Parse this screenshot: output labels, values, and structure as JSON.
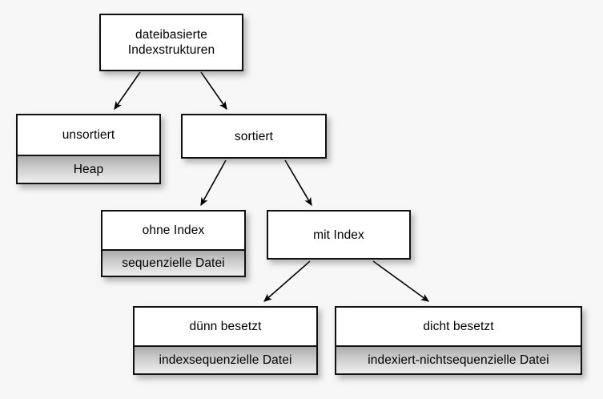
{
  "diagram": {
    "title": "dateibasierte Indexstrukturen",
    "background_color": "#f7f7f7",
    "border_color": "#111111",
    "node_fill_color": "#ffffff",
    "implementation_fill_color": "#c9c9c9",
    "edge_color": "#000000",
    "nodes": {
      "root": {
        "label": "dateibasierte\nIndexstrukturen",
        "implementation": ""
      },
      "unsorted": {
        "label": "unsortiert",
        "implementation": "Heap"
      },
      "sorted": {
        "label": "sortiert",
        "implementation": ""
      },
      "no_index": {
        "label": "ohne Index",
        "implementation": "sequenzielle Datei"
      },
      "with_index": {
        "label": "mit Index",
        "implementation": ""
      },
      "sparse": {
        "label": "dünn besetzt",
        "implementation": "indexsequenzielle Datei"
      },
      "dense": {
        "label": "dicht besetzt",
        "implementation": "indexiert-nichtsequenzielle Datei"
      }
    },
    "edges": [
      {
        "from": "root",
        "to": "unsorted"
      },
      {
        "from": "root",
        "to": "sorted"
      },
      {
        "from": "sorted",
        "to": "no_index"
      },
      {
        "from": "sorted",
        "to": "with_index"
      },
      {
        "from": "with_index",
        "to": "sparse"
      },
      {
        "from": "with_index",
        "to": "dense"
      }
    ]
  }
}
